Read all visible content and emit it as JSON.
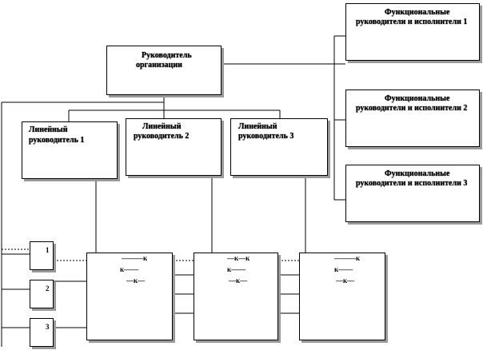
{
  "director": {
    "line1": "Руководитель",
    "line2": "организации"
  },
  "functional": [
    {
      "line1": "Функциональные",
      "line2": "руководители и исполнители 1"
    },
    {
      "line1": "Функциональные",
      "line2": "руководители и исполнители 2"
    },
    {
      "line1": "Функциональные",
      "line2": "руководители и исполнители 3"
    }
  ],
  "linear": [
    {
      "line1": "Линейный",
      "line2": "руководитель 1"
    },
    {
      "line1": "Линейный",
      "line2": "руководитель 2"
    },
    {
      "line1": "Линейный",
      "line2": "руководитель 3"
    }
  ],
  "units": [
    "1",
    "2",
    "3"
  ],
  "workers": [
    {
      "r1": "———к",
      "r2": "к——",
      "r3": "—к—"
    },
    {
      "r1": "—к—к",
      "r2": "к——",
      "r3": "—к—"
    },
    {
      "r1": "———к",
      "r2": "к——",
      "r3": "—к—"
    }
  ]
}
